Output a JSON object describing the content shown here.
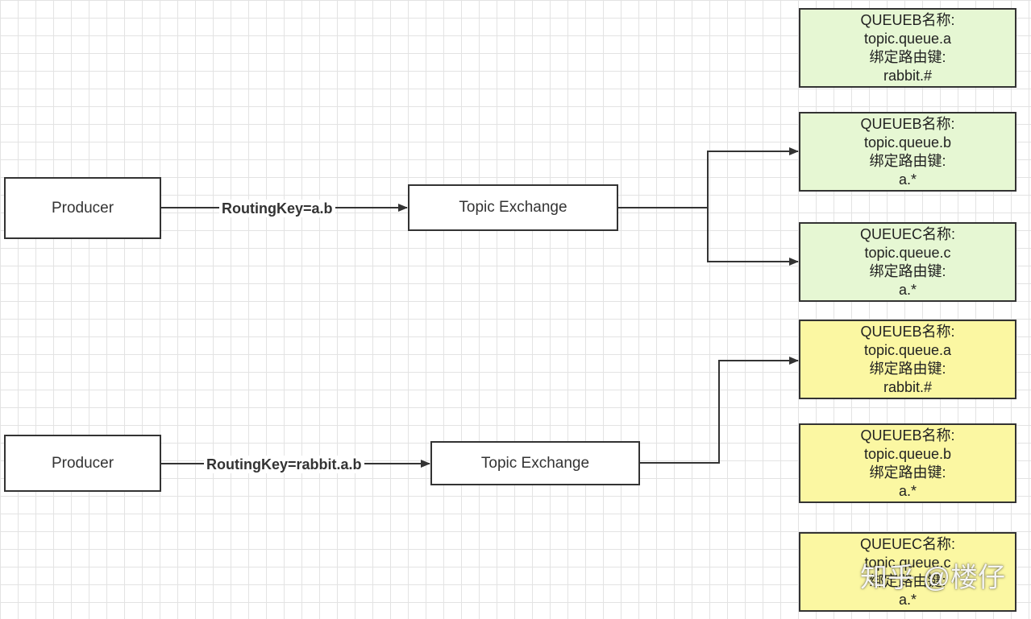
{
  "top": {
    "producer": "Producer",
    "routing_key": "RoutingKey=a.b",
    "exchange": "Topic Exchange",
    "queues": [
      {
        "name": "QUEUEB名称:",
        "queue": "topic.queue.a",
        "bind_label": "绑定路由键:",
        "key": "rabbit.#"
      },
      {
        "name": "QUEUEB名称:",
        "queue": "topic.queue.b",
        "bind_label": "绑定路由键:",
        "key": "a.*"
      },
      {
        "name": "QUEUEC名称:",
        "queue": "topic.queue.c",
        "bind_label": "绑定路由键:",
        "key": "a.*"
      }
    ]
  },
  "bottom": {
    "producer": "Producer",
    "routing_key": "RoutingKey=rabbit.a.b",
    "exchange": "Topic Exchange",
    "queues": [
      {
        "name": "QUEUEB名称:",
        "queue": "topic.queue.a",
        "bind_label": "绑定路由键:",
        "key": "rabbit.#"
      },
      {
        "name": "QUEUEB名称:",
        "queue": "topic.queue.b",
        "bind_label": "绑定路由键:",
        "key": "a.*"
      },
      {
        "name": "QUEUEC名称:",
        "queue": "topic.queue.c",
        "bind_label": "绑定路由键:",
        "key": "a.*"
      }
    ]
  },
  "watermark": "知乎 @楼仔",
  "colors": {
    "top_queue_fill": "#e6f7d3",
    "bottom_queue_fill": "#fbf7a2",
    "border": "#333333"
  }
}
